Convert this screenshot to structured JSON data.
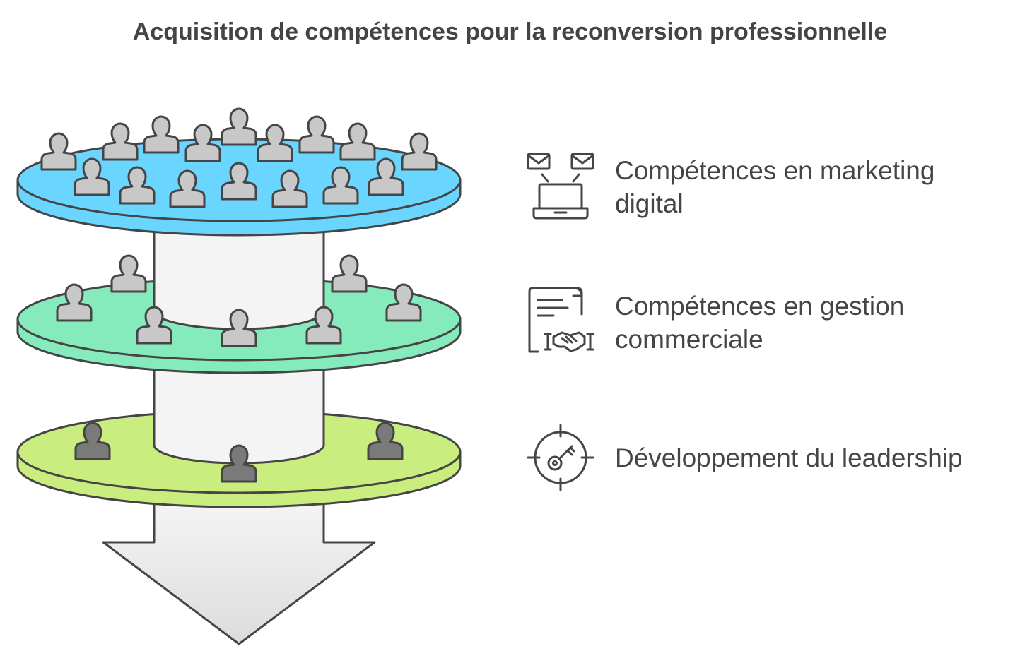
{
  "title": "Acquisition de compétences pour la reconversion professionnelle",
  "colors": {
    "layer_top": "#6ad6ff",
    "layer_middle": "#86ebbc",
    "layer_bottom": "#c9ed7f",
    "person_light": "#c8c8c8",
    "person_dark": "#7a7a7a",
    "outline": "#454545",
    "column": "#f4f4f4"
  },
  "layers": [
    {
      "id": "marketing",
      "icon": "laptop-email-icon",
      "label_lines": [
        "Compétences en marketing",
        "digital"
      ]
    },
    {
      "id": "commercial",
      "icon": "contract-handshake-icon",
      "label_lines": [
        "Compétences en gestion",
        "commerciale"
      ]
    },
    {
      "id": "leadership",
      "icon": "target-key-icon",
      "label_lines": [
        "Développement du leadership"
      ]
    }
  ]
}
